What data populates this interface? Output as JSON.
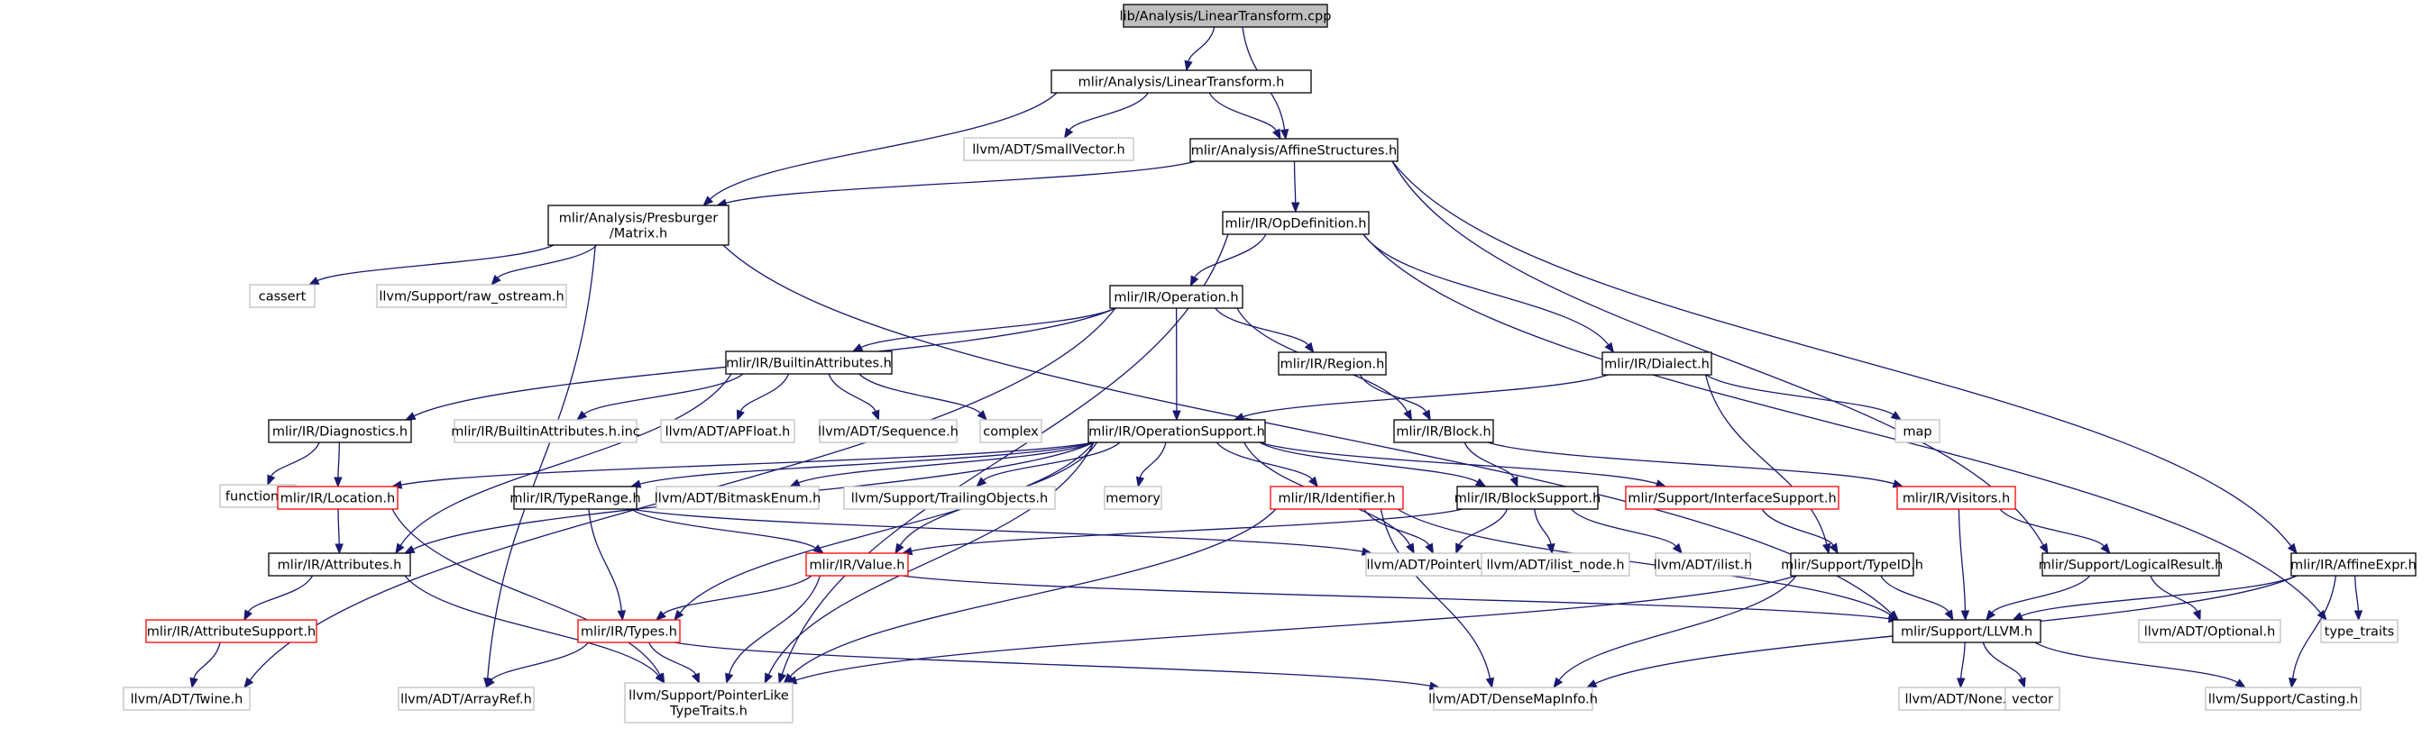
{
  "diagram": {
    "type": "include-dependency-graph",
    "colors": {
      "root_fill": "#bfbfbf",
      "normal_border": "#000000",
      "external_border": "#bfbfbf",
      "incomplete_border": "#ff0000",
      "edge": "#191970",
      "text": "#000000"
    },
    "nodes": [
      {
        "id": "root",
        "kind": "root",
        "lines": [
          "lib/Analysis/LinearTransform.cpp"
        ]
      },
      {
        "id": "lt_h",
        "kind": "normal",
        "lines": [
          "mlir/Analysis/LinearTransform.h"
        ]
      },
      {
        "id": "smallvec",
        "kind": "external",
        "lines": [
          "llvm/ADT/SmallVector.h"
        ]
      },
      {
        "id": "affstruct",
        "kind": "normal",
        "lines": [
          "mlir/Analysis/AffineStructures.h"
        ]
      },
      {
        "id": "matrix",
        "kind": "normal",
        "lines": [
          "mlir/Analysis/Presburger",
          "/Matrix.h"
        ]
      },
      {
        "id": "opdef",
        "kind": "normal",
        "lines": [
          "mlir/IR/OpDefinition.h"
        ]
      },
      {
        "id": "raw_ostream",
        "kind": "external",
        "lines": [
          "llvm/Support/raw_ostream.h"
        ]
      },
      {
        "id": "cassert",
        "kind": "external",
        "lines": [
          "cassert"
        ]
      },
      {
        "id": "operation",
        "kind": "normal",
        "lines": [
          "mlir/IR/Operation.h"
        ]
      },
      {
        "id": "builtinattr",
        "kind": "normal",
        "lines": [
          "mlir/IR/BuiltinAttributes.h"
        ]
      },
      {
        "id": "region",
        "kind": "normal",
        "lines": [
          "mlir/IR/Region.h"
        ]
      },
      {
        "id": "dialect",
        "kind": "normal",
        "lines": [
          "mlir/IR/Dialect.h"
        ]
      },
      {
        "id": "diagnostics",
        "kind": "normal",
        "lines": [
          "mlir/IR/Diagnostics.h"
        ]
      },
      {
        "id": "builtinattrinc",
        "kind": "external",
        "lines": [
          "mlir/IR/BuiltinAttributes.h.inc"
        ]
      },
      {
        "id": "apfloat",
        "kind": "external",
        "lines": [
          "llvm/ADT/APFloat.h"
        ]
      },
      {
        "id": "sequence",
        "kind": "external",
        "lines": [
          "llvm/ADT/Sequence.h"
        ]
      },
      {
        "id": "complex",
        "kind": "external",
        "lines": [
          "complex"
        ]
      },
      {
        "id": "opsupport",
        "kind": "normal",
        "lines": [
          "mlir/IR/OperationSupport.h"
        ]
      },
      {
        "id": "block",
        "kind": "normal",
        "lines": [
          "mlir/IR/Block.h"
        ]
      },
      {
        "id": "map",
        "kind": "external",
        "lines": [
          "map"
        ]
      },
      {
        "id": "functional",
        "kind": "external",
        "lines": [
          "functional"
        ]
      },
      {
        "id": "location",
        "kind": "incomplete",
        "lines": [
          "mlir/IR/Location.h"
        ]
      },
      {
        "id": "typerange",
        "kind": "normal",
        "lines": [
          "mlir/IR/TypeRange.h"
        ]
      },
      {
        "id": "bitmask",
        "kind": "external",
        "lines": [
          "llvm/ADT/BitmaskEnum.h"
        ]
      },
      {
        "id": "trailing",
        "kind": "external",
        "lines": [
          "llvm/Support/TrailingObjects.h"
        ]
      },
      {
        "id": "memory",
        "kind": "external",
        "lines": [
          "memory"
        ]
      },
      {
        "id": "identifier",
        "kind": "incomplete",
        "lines": [
          "mlir/IR/Identifier.h"
        ]
      },
      {
        "id": "blocksupport",
        "kind": "normal",
        "lines": [
          "mlir/IR/BlockSupport.h"
        ]
      },
      {
        "id": "ifacesupport",
        "kind": "incomplete",
        "lines": [
          "mlir/Support/InterfaceSupport.h"
        ]
      },
      {
        "id": "visitors",
        "kind": "incomplete",
        "lines": [
          "mlir/IR/Visitors.h"
        ]
      },
      {
        "id": "attributes",
        "kind": "normal",
        "lines": [
          "mlir/IR/Attributes.h"
        ]
      },
      {
        "id": "value",
        "kind": "incomplete",
        "lines": [
          "mlir/IR/Value.h"
        ]
      },
      {
        "id": "ptrunion",
        "kind": "external",
        "lines": [
          "llvm/ADT/PointerUnion.h"
        ]
      },
      {
        "id": "ilistnode",
        "kind": "external",
        "lines": [
          "llvm/ADT/ilist_node.h"
        ]
      },
      {
        "id": "ilist",
        "kind": "external",
        "lines": [
          "llvm/ADT/ilist.h"
        ]
      },
      {
        "id": "typeid",
        "kind": "normal",
        "lines": [
          "mlir/Support/TypeID.h"
        ]
      },
      {
        "id": "logicalresult",
        "kind": "normal",
        "lines": [
          "mlir/Support/LogicalResult.h"
        ]
      },
      {
        "id": "affineexpr",
        "kind": "normal",
        "lines": [
          "mlir/IR/AffineExpr.h"
        ]
      },
      {
        "id": "attrsupport",
        "kind": "incomplete",
        "lines": [
          "mlir/IR/AttributeSupport.h"
        ]
      },
      {
        "id": "types",
        "kind": "incomplete",
        "lines": [
          "mlir/IR/Types.h"
        ]
      },
      {
        "id": "llvmh",
        "kind": "normal",
        "lines": [
          "mlir/Support/LLVM.h"
        ]
      },
      {
        "id": "optional",
        "kind": "external",
        "lines": [
          "llvm/ADT/Optional.h"
        ]
      },
      {
        "id": "type_traits",
        "kind": "external",
        "lines": [
          "type_traits"
        ]
      },
      {
        "id": "twine",
        "kind": "external",
        "lines": [
          "llvm/ADT/Twine.h"
        ]
      },
      {
        "id": "arrayref",
        "kind": "external",
        "lines": [
          "llvm/ADT/ArrayRef.h"
        ]
      },
      {
        "id": "ptrlike",
        "kind": "external",
        "lines": [
          "llvm/Support/PointerLike",
          "TypeTraits.h"
        ]
      },
      {
        "id": "densemapinfo",
        "kind": "external",
        "lines": [
          "llvm/ADT/DenseMapInfo.h"
        ]
      },
      {
        "id": "none",
        "kind": "external",
        "lines": [
          "llvm/ADT/None.h"
        ]
      },
      {
        "id": "vector",
        "kind": "external",
        "lines": [
          "vector"
        ]
      },
      {
        "id": "casting",
        "kind": "external",
        "lines": [
          "llvm/Support/Casting.h"
        ]
      }
    ],
    "edges": [
      [
        "root",
        "lt_h"
      ],
      [
        "root",
        "affstruct"
      ],
      [
        "lt_h",
        "smallvec"
      ],
      [
        "lt_h",
        "affstruct"
      ],
      [
        "lt_h",
        "matrix"
      ],
      [
        "affstruct",
        "matrix"
      ],
      [
        "affstruct",
        "opdef"
      ],
      [
        "affstruct",
        "logicalresult"
      ],
      [
        "affstruct",
        "affineexpr"
      ],
      [
        "matrix",
        "raw_ostream"
      ],
      [
        "matrix",
        "cassert"
      ],
      [
        "matrix",
        "llvmh"
      ],
      [
        "matrix",
        "arrayref"
      ],
      [
        "opdef",
        "operation"
      ],
      [
        "opdef",
        "dialect"
      ],
      [
        "opdef",
        "type_traits"
      ],
      [
        "opdef",
        "ptrlike"
      ],
      [
        "operation",
        "builtinattr"
      ],
      [
        "operation",
        "region"
      ],
      [
        "operation",
        "block"
      ],
      [
        "operation",
        "opsupport"
      ],
      [
        "operation",
        "diagnostics"
      ],
      [
        "operation",
        "twine"
      ],
      [
        "builtinattr",
        "builtinattrinc"
      ],
      [
        "builtinattr",
        "apfloat"
      ],
      [
        "builtinattr",
        "sequence"
      ],
      [
        "builtinattr",
        "complex"
      ],
      [
        "builtinattr",
        "attributes"
      ],
      [
        "region",
        "block"
      ],
      [
        "dialect",
        "opsupport"
      ],
      [
        "dialect",
        "map"
      ],
      [
        "dialect",
        "typeid"
      ],
      [
        "diagnostics",
        "functional"
      ],
      [
        "diagnostics",
        "location"
      ],
      [
        "opsupport",
        "location"
      ],
      [
        "opsupport",
        "typerange"
      ],
      [
        "opsupport",
        "bitmask"
      ],
      [
        "opsupport",
        "trailing"
      ],
      [
        "opsupport",
        "memory"
      ],
      [
        "opsupport",
        "identifier"
      ],
      [
        "opsupport",
        "blocksupport"
      ],
      [
        "opsupport",
        "ifacesupport"
      ],
      [
        "opsupport",
        "attributes"
      ],
      [
        "opsupport",
        "value"
      ],
      [
        "opsupport",
        "types"
      ],
      [
        "opsupport",
        "ptrunion"
      ],
      [
        "opsupport",
        "ptrlike"
      ],
      [
        "block",
        "blocksupport"
      ],
      [
        "block",
        "visitors"
      ],
      [
        "location",
        "attributes"
      ],
      [
        "location",
        "ptrlike"
      ],
      [
        "typerange",
        "value"
      ],
      [
        "typerange",
        "types"
      ],
      [
        "typerange",
        "ptrunion"
      ],
      [
        "identifier",
        "ptrunion"
      ],
      [
        "identifier",
        "ptrlike"
      ],
      [
        "identifier",
        "densemapinfo"
      ],
      [
        "identifier",
        "llvmh"
      ],
      [
        "blocksupport",
        "value"
      ],
      [
        "blocksupport",
        "ptrunion"
      ],
      [
        "blocksupport",
        "ilistnode"
      ],
      [
        "blocksupport",
        "ilist"
      ],
      [
        "ifacesupport",
        "typeid"
      ],
      [
        "visitors",
        "llvmh"
      ],
      [
        "visitors",
        "logicalresult"
      ],
      [
        "attributes",
        "attrsupport"
      ],
      [
        "attributes",
        "ptrlike"
      ],
      [
        "value",
        "types"
      ],
      [
        "value",
        "ptrlike"
      ],
      [
        "value",
        "llvmh"
      ],
      [
        "typeid",
        "llvmh"
      ],
      [
        "typeid",
        "ptrlike"
      ],
      [
        "typeid",
        "densemapinfo"
      ],
      [
        "logicalresult",
        "llvmh"
      ],
      [
        "logicalresult",
        "optional"
      ],
      [
        "affineexpr",
        "llvmh"
      ],
      [
        "affineexpr",
        "type_traits"
      ],
      [
        "affineexpr",
        "densemapinfo"
      ],
      [
        "affineexpr",
        "casting"
      ],
      [
        "attrsupport",
        "twine"
      ],
      [
        "types",
        "ptrlike"
      ],
      [
        "types",
        "arrayref"
      ],
      [
        "types",
        "densemapinfo"
      ],
      [
        "llvmh",
        "none"
      ],
      [
        "llvmh",
        "vector"
      ],
      [
        "llvmh",
        "casting"
      ]
    ]
  }
}
